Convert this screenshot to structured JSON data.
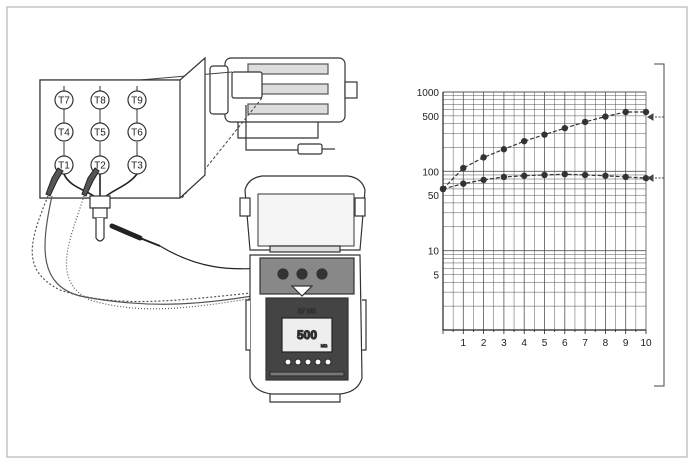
{
  "terminals": [
    "T7",
    "T8",
    "T9",
    "T4",
    "T5",
    "T6",
    "T1",
    "T2",
    "T3"
  ],
  "meter": {
    "display_value": "500",
    "display_unit": "MΩ",
    "scale_text": "kV MΩ"
  },
  "chart_data": {
    "type": "line",
    "x": [
      0,
      1,
      2,
      3,
      4,
      5,
      6,
      7,
      8,
      9,
      10
    ],
    "series": [
      {
        "values": [
          60,
          110,
          150,
          190,
          240,
          290,
          350,
          420,
          490,
          560,
          560
        ]
      },
      {
        "values": [
          60,
          70,
          78,
          85,
          88,
          90,
          92,
          90,
          88,
          85,
          82
        ]
      }
    ],
    "x_ticks": [
      "1",
      "2",
      "3",
      "4",
      "5",
      "6",
      "7",
      "8",
      "9",
      "10"
    ],
    "y_ticks": [
      "1000",
      "500",
      "100",
      "50",
      "10",
      "5"
    ],
    "y_scale": "log",
    "xlim": [
      0,
      10
    ],
    "ylim": [
      1,
      1000
    ],
    "grid": true,
    "xlabel": "",
    "ylabel": "",
    "title": ""
  },
  "colors": {
    "line": "#333333",
    "grid": "#555555",
    "frame": "#999999"
  }
}
